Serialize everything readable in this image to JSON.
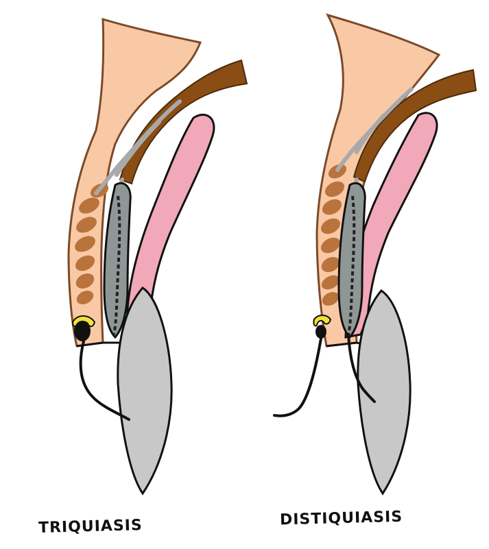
{
  "panels": [
    {
      "id": "left",
      "label": "TRIQUIASIS"
    },
    {
      "id": "right",
      "label": "DISTIQUIASIS"
    }
  ],
  "colors": {
    "skin": "#f9c9a6",
    "skin_outline": "#7a4a2a",
    "muscle": "#b9733c",
    "tarsal_plate": "#8a4d14",
    "septum": "#a9a9a9",
    "conjunctiva": "#f1a8b8",
    "meibomian_gland": "#8f9796",
    "gland_of_zeis": "#f2e334",
    "eyelash": "#111111",
    "cornea": "#c8c8c8",
    "background": "#ffffff"
  }
}
